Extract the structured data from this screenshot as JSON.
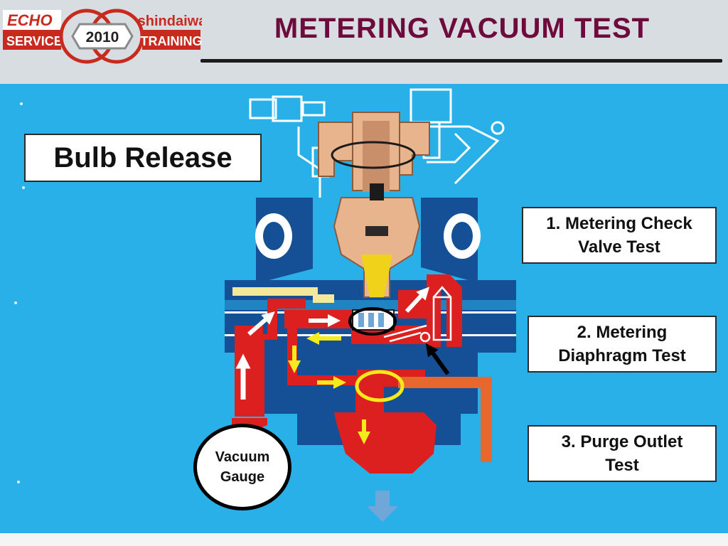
{
  "header": {
    "title": "METERING VACUUM TEST",
    "logo": {
      "left_word": "ECHO",
      "left_sub": "SERVICE",
      "year": "2010",
      "right_word": "shindaiwa",
      "right_sub": "TRAINING"
    }
  },
  "labels": {
    "bulb_release": "Bulb Release",
    "checks": [
      {
        "line1": "1. Metering Check",
        "line2": "Valve Test"
      },
      {
        "line1": "2. Metering",
        "line2": "Diaphragm Test"
      },
      {
        "line1": "3. Purge Outlet",
        "line2": "Test"
      }
    ],
    "gauge": {
      "line1": "Vacuum",
      "line2": "Gauge"
    }
  },
  "colors": {
    "title": "#6e0b3c",
    "background": "#2ab0e8",
    "body": "#154f96",
    "tan": "#e8b48e",
    "red": "#dc1f1f",
    "orange": "#e8672c",
    "yellow_arrow": "#f4ea1c",
    "white_arrow": "#ffffff",
    "ring_black": "#000000",
    "ring_yellow": "#f4ea1c",
    "outlet_arrow": "#6fa8d8"
  },
  "icons": [
    "black-ring-icon",
    "yellow-ring-icon",
    "white-arrow-icon",
    "yellow-arrow-icon",
    "black-arrow-icon",
    "down-arrow-icon"
  ]
}
